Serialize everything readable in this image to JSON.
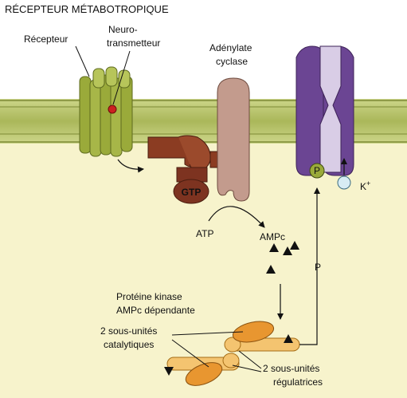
{
  "title": "RÉCEPTEUR MÉTABOTROPIQUE",
  "labels": {
    "recepteur": "Récepteur",
    "neuro_line1": "Neuro-",
    "neuro_line2": "transmetteur",
    "adenylate_line1": "Adénylate",
    "adenylate_line2": "cyclase",
    "gtp": "GTP",
    "atp": "ATP",
    "ampc": "AMPc",
    "k": "K",
    "k_sup": "+",
    "p_ion": "P",
    "p_arrow": "P",
    "pk_line1": "Protéine kinase",
    "pk_line2": "AMPc dépendante",
    "cat_line1": "2 sous-unités",
    "cat_line2": "catalytiques",
    "reg_line1": "2 sous-unités",
    "reg_line2": "régulatrices"
  },
  "colors": {
    "cytoplasm": "#f7f3cc",
    "membrane": "#b8c36a",
    "receptor": "#9aaa3a",
    "gprotein": "#8b3c22",
    "cyclase": "#c39b8d",
    "channel": "#6b4593",
    "kinase": "#e89630",
    "regulatory": "#f4c470",
    "ion": "#d7ecf4"
  }
}
